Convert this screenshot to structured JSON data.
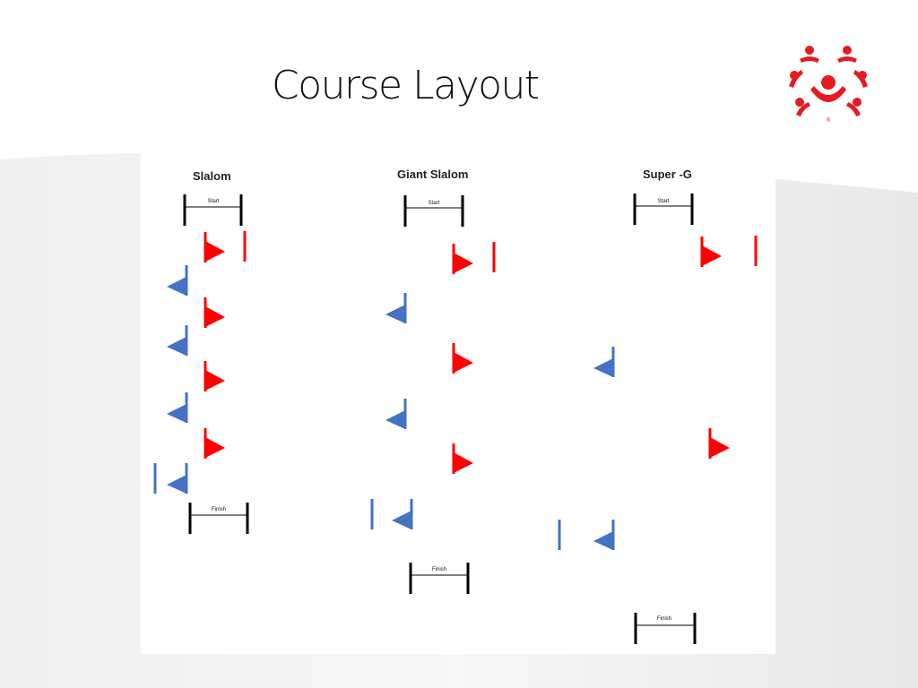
{
  "slide": {
    "title": "Course Layout",
    "logo_icon": "special-olympics-logo-icon",
    "accent_color": "#e31b23"
  },
  "courses": [
    {
      "name": "Slalom",
      "start_label": "Start",
      "finish_label": "Finish",
      "gates": 8
    },
    {
      "name": "Giant Slalom",
      "start_label": "Start",
      "finish_label": "Finish",
      "gates": 6
    },
    {
      "name": "Super -G",
      "start_label": "Start",
      "finish_label": "Finish",
      "gates": 4
    }
  ],
  "colors": {
    "red_flag": "#ff0000",
    "blue_flag": "#4472c4",
    "banner": "#000000"
  },
  "icons": {
    "red": "red-flag-icon",
    "blue": "blue-flag-icon",
    "pole": "gate-pole-icon"
  }
}
